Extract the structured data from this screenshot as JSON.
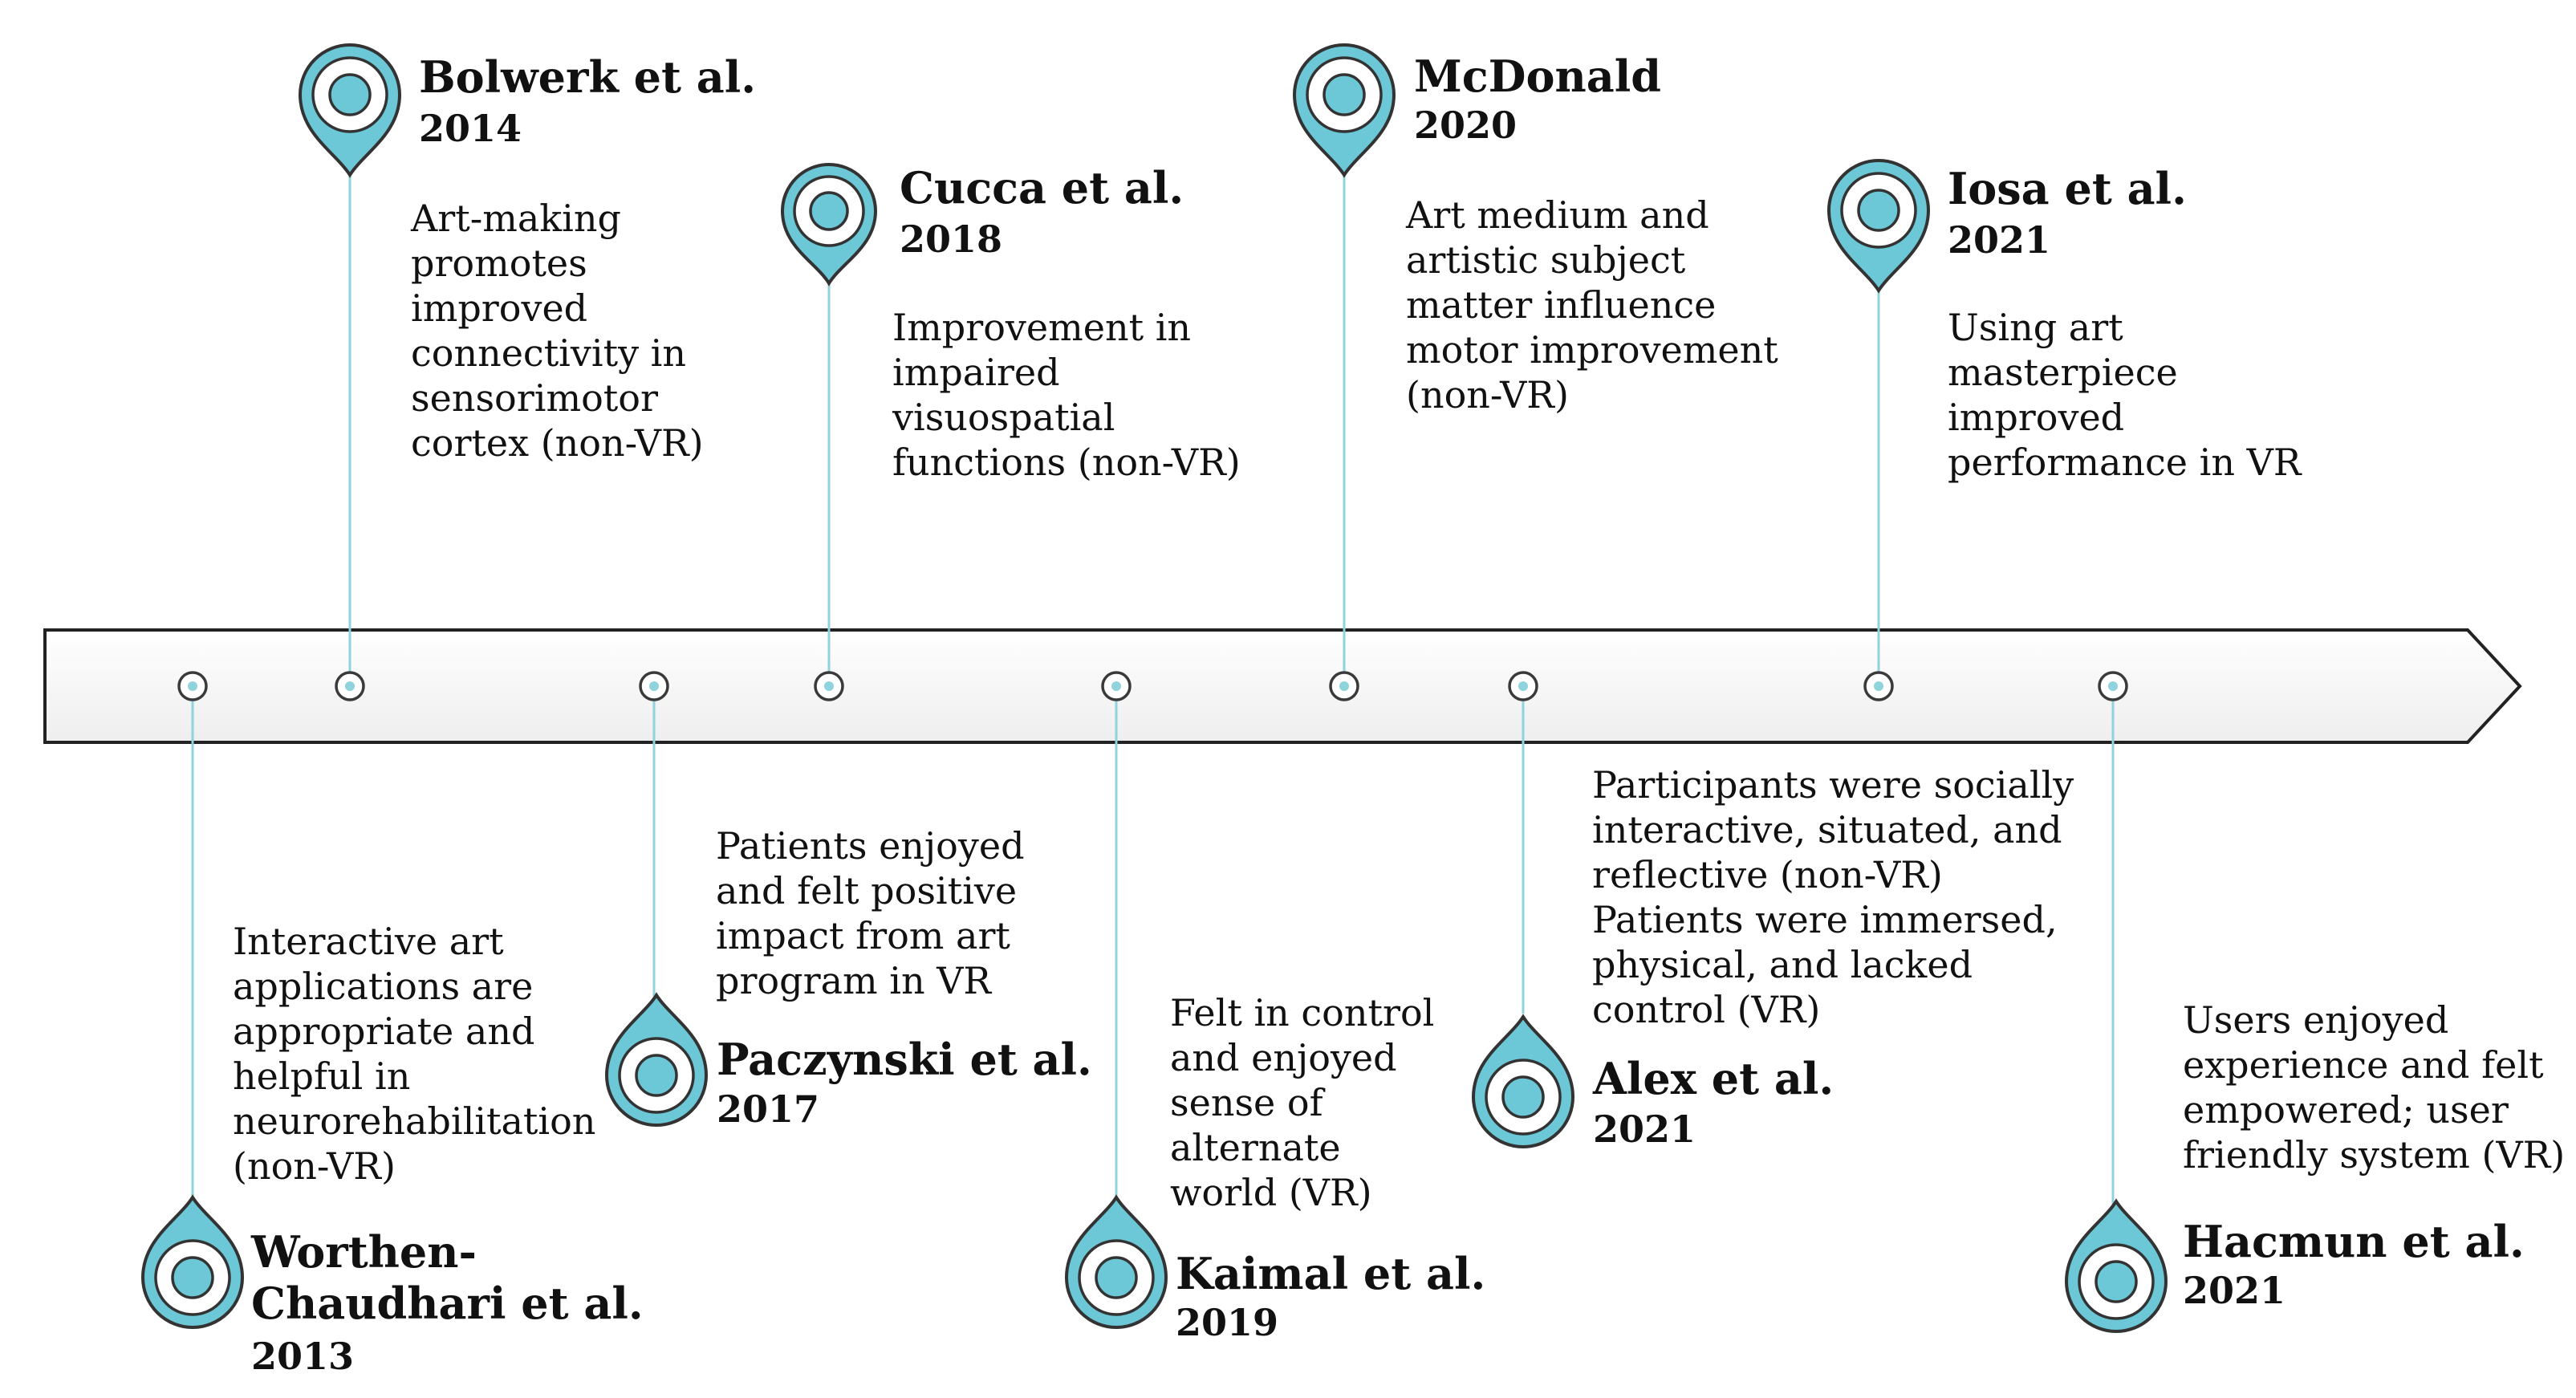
{
  "accent_color": "#8fd3dc",
  "pin_fill_color": "#6cc7d6",
  "events": [
    {
      "id": "worthen",
      "author": "Worthen-\nChaudhari et al.",
      "year": "2013",
      "description": "Interactive art\napplications are\nappropriate and\nhelpful in\nneurorehabilitation\n(non-VR)",
      "side": "below"
    },
    {
      "id": "bolwerk",
      "author": "Bolwerk et al.",
      "year": "2014",
      "description": "Art-making\npromotes\nimproved\nconnectivity in\nsensorimotor\ncortex (non-VR)",
      "side": "above"
    },
    {
      "id": "paczynski",
      "author": "Paczynski et al.",
      "year": "2017",
      "description": "Patients enjoyed\nand felt positive\nimpact from art\nprogram in VR",
      "side": "below"
    },
    {
      "id": "cucca",
      "author": "Cucca et al.",
      "year": "2018",
      "description": "Improvement in\nimpaired\nvisuospatial\nfunctions (non-VR)",
      "side": "above"
    },
    {
      "id": "kaimal",
      "author": "Kaimal et al.",
      "year": "2019",
      "description": "Felt in control\nand enjoyed\nsense of\nalternate\nworld (VR)",
      "side": "below"
    },
    {
      "id": "mcdonald",
      "author": "McDonald",
      "year": "2020",
      "description": "Art medium and\nartistic subject\nmatter influence\nmotor improvement\n(non-VR)",
      "side": "above"
    },
    {
      "id": "alex",
      "author": "Alex et al.",
      "year": "2021",
      "description": "Participants were socially\ninteractive, situated, and\nreflective (non-VR)\nPatients were immersed,\nphysical, and lacked\ncontrol (VR)",
      "side": "below"
    },
    {
      "id": "iosa",
      "author": "Iosa et al.",
      "year": "2021",
      "description": "Using art\nmasterpiece\nimproved\nperformance in VR",
      "side": "above"
    },
    {
      "id": "hacmun",
      "author": "Hacmun et al.",
      "year": "2021",
      "description": "Users enjoyed\nexperience and felt\nempowered; user\nfriendly system (VR)",
      "side": "below"
    }
  ]
}
